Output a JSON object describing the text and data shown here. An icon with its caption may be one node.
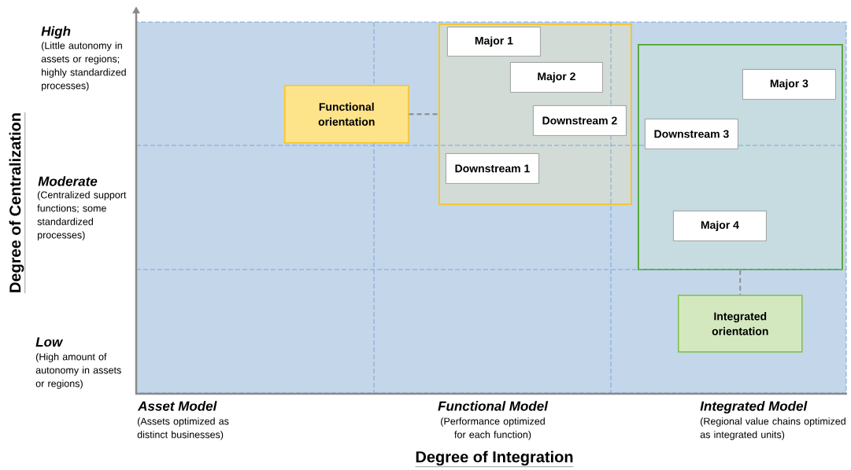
{
  "diagram": {
    "nodes": [
      {
        "text": [
          "Functional orientation"
        ]
      },
      {
        "text": [],
        "shape": "box"
      },
      {
        "text": [
          "Major 1"
        ],
        "in": 1
      },
      {
        "text": [
          "Major 2"
        ],
        "in": 1
      },
      {
        "text": [
          "Downstream 2"
        ],
        "in": 1
      },
      {
        "text": [
          "Downstream 1"
        ],
        "in": 1
      },
      {
        "text": [],
        "shape": "box"
      },
      {
        "text": [
          "Major 3"
        ],
        "in": 6
      },
      {
        "text": [
          "Downstream 3"
        ],
        "in": 6
      },
      {
        "text": [
          "Major 4"
        ],
        "in": 6
      },
      {
        "text": [
          "Integrated orientation"
        ]
      }
    ],
    "edges": [
      {
        "from": 0,
        "to": 1,
        "arrow": "none",
        "style": "dashed"
      },
      {
        "from": 6,
        "to": 10,
        "arrow": "none",
        "style": "dashed"
      }
    ],
    "labels": [
      "Degree of Centralization",
      "High",
      "(Little autonomy in assets or regions; highly standardized processes)",
      "Moderate",
      "(Centralized support functions; some standardized processes)",
      "Low",
      "(High amount of autonomy in assets or regions)",
      "Asset Model",
      "(Assets optimized as distinct businesses)",
      "Functional Model",
      "(Performance optimized for each function)",
      "Integrated Model",
      "(Regional value chains optimized as integrated units)",
      "Degree of Integration"
    ]
  }
}
